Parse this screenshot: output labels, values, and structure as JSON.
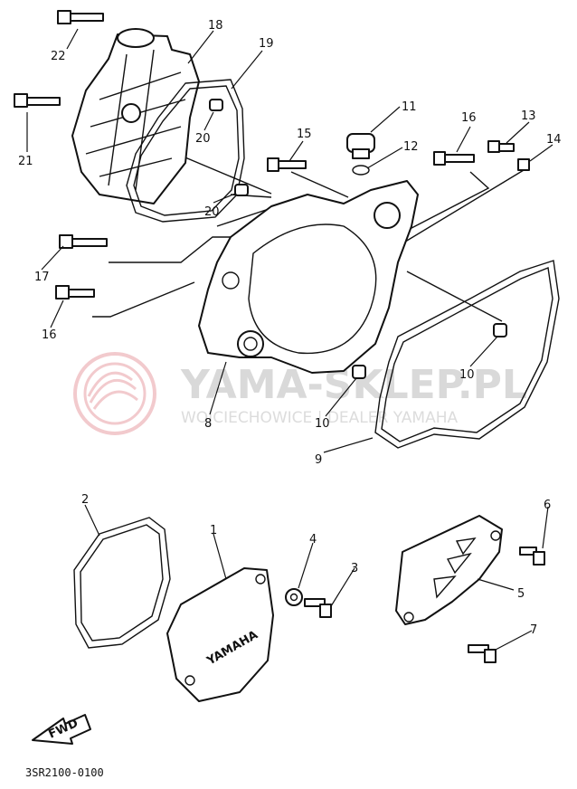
{
  "diagram": {
    "code": "3SR2100-0100",
    "fwd_label": "FWD",
    "cover_brand": "YAMAHA",
    "watermark": {
      "site": "YAMA-SKLEP.PL",
      "tagline": "WOJCIECHOWICE | DEALER YAMAHA",
      "color": "#e8a0a6"
    },
    "callouts": {
      "c1": "1",
      "c2": "2",
      "c3": "3",
      "c4": "4",
      "c5": "5",
      "c6": "6",
      "c7": "7",
      "c8": "8",
      "c9": "9",
      "c10a": "10",
      "c10b": "10",
      "c11": "11",
      "c12": "12",
      "c13": "13",
      "c14": "14",
      "c15": "15",
      "c16a": "16",
      "c16b": "16",
      "c17": "17",
      "c18": "18",
      "c19": "19",
      "c20a": "20",
      "c20b": "20",
      "c21": "21",
      "c22": "22"
    }
  }
}
